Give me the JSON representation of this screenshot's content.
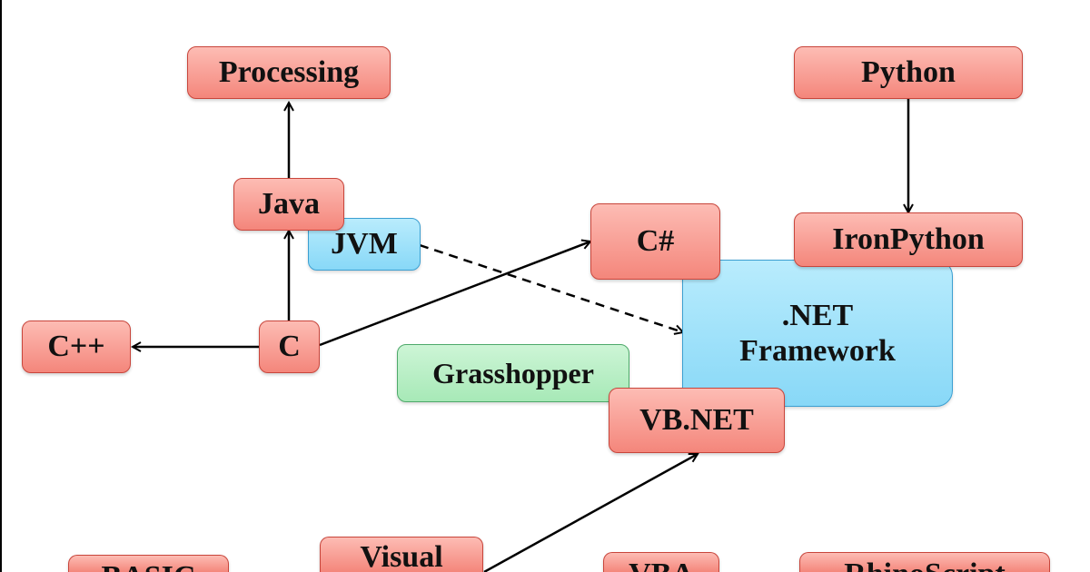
{
  "nodes": {
    "processing": "Processing",
    "python": "Python",
    "java": "Java",
    "jvm": "JVM",
    "csharp": "C#",
    "ironpython": "IronPython",
    "dotnet_line1": ".NET",
    "dotnet_line2": "Framework",
    "cpp": "C++",
    "c": "C",
    "grasshopper": "Grasshopper",
    "vbnet": "VB.NET",
    "visual": "Visual",
    "basic_partial": "BASIC",
    "vba_partial": "VBA",
    "rhinoscript_partial": "RhinoScript"
  },
  "colors": {
    "language_fill": "#f4867b",
    "runtime_fill": "#88d8f7",
    "plugin_fill": "#a7e9b7",
    "edge": "#000000"
  },
  "edges": [
    {
      "from": "java",
      "to": "processing",
      "style": "solid"
    },
    {
      "from": "python",
      "to": "ironpython",
      "style": "solid"
    },
    {
      "from": "c",
      "to": "java",
      "style": "solid"
    },
    {
      "from": "c",
      "to": "cpp",
      "style": "solid"
    },
    {
      "from": "c",
      "to": "csharp",
      "style": "solid"
    },
    {
      "from": "jvm",
      "to": "dotnet",
      "style": "dashed"
    },
    {
      "from": "visual",
      "to": "vbnet",
      "style": "solid"
    }
  ]
}
